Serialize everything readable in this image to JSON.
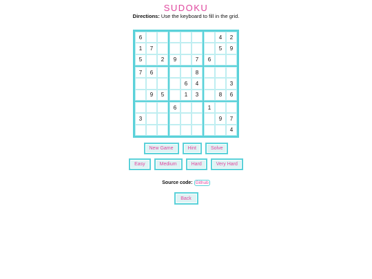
{
  "header": {
    "title": "SUDOKU",
    "directions_label": "Directions:",
    "directions_text": " Use the keyboard to fill in the grid."
  },
  "board": {
    "rows": [
      [
        "6",
        "",
        "",
        "",
        "",
        "",
        "",
        "4",
        "2"
      ],
      [
        "1",
        "7",
        "",
        "",
        "",
        "",
        "",
        "5",
        "9"
      ],
      [
        "5",
        "",
        "2",
        "9",
        "",
        "7",
        "6",
        "",
        ""
      ],
      [
        "7",
        "6",
        "",
        "",
        "",
        "8",
        "",
        "",
        ""
      ],
      [
        "",
        "",
        "",
        "",
        "6",
        "4",
        "",
        "",
        "3"
      ],
      [
        "",
        "9",
        "5",
        "",
        "1",
        "3",
        "",
        "8",
        "6"
      ],
      [
        "",
        "",
        "",
        "6",
        "",
        "",
        "1",
        "",
        ""
      ],
      [
        "3",
        "",
        "",
        "",
        "",
        "",
        "",
        "9",
        "7"
      ],
      [
        "",
        "",
        "",
        "",
        "",
        "",
        "",
        "",
        "4"
      ]
    ]
  },
  "controls": {
    "new_game": "New Game",
    "hint": "Hint",
    "solve": "Solve",
    "easy": "Easy",
    "medium": "Medium",
    "hard": "Hard",
    "very_hard": "Very Hard"
  },
  "footer": {
    "source_label": "Source code: ",
    "source_link": "Github",
    "back": "Back"
  },
  "colors": {
    "accent_pink": "#e0479e",
    "accent_teal": "#5ad1d9",
    "button_bg": "#dff3f4"
  }
}
